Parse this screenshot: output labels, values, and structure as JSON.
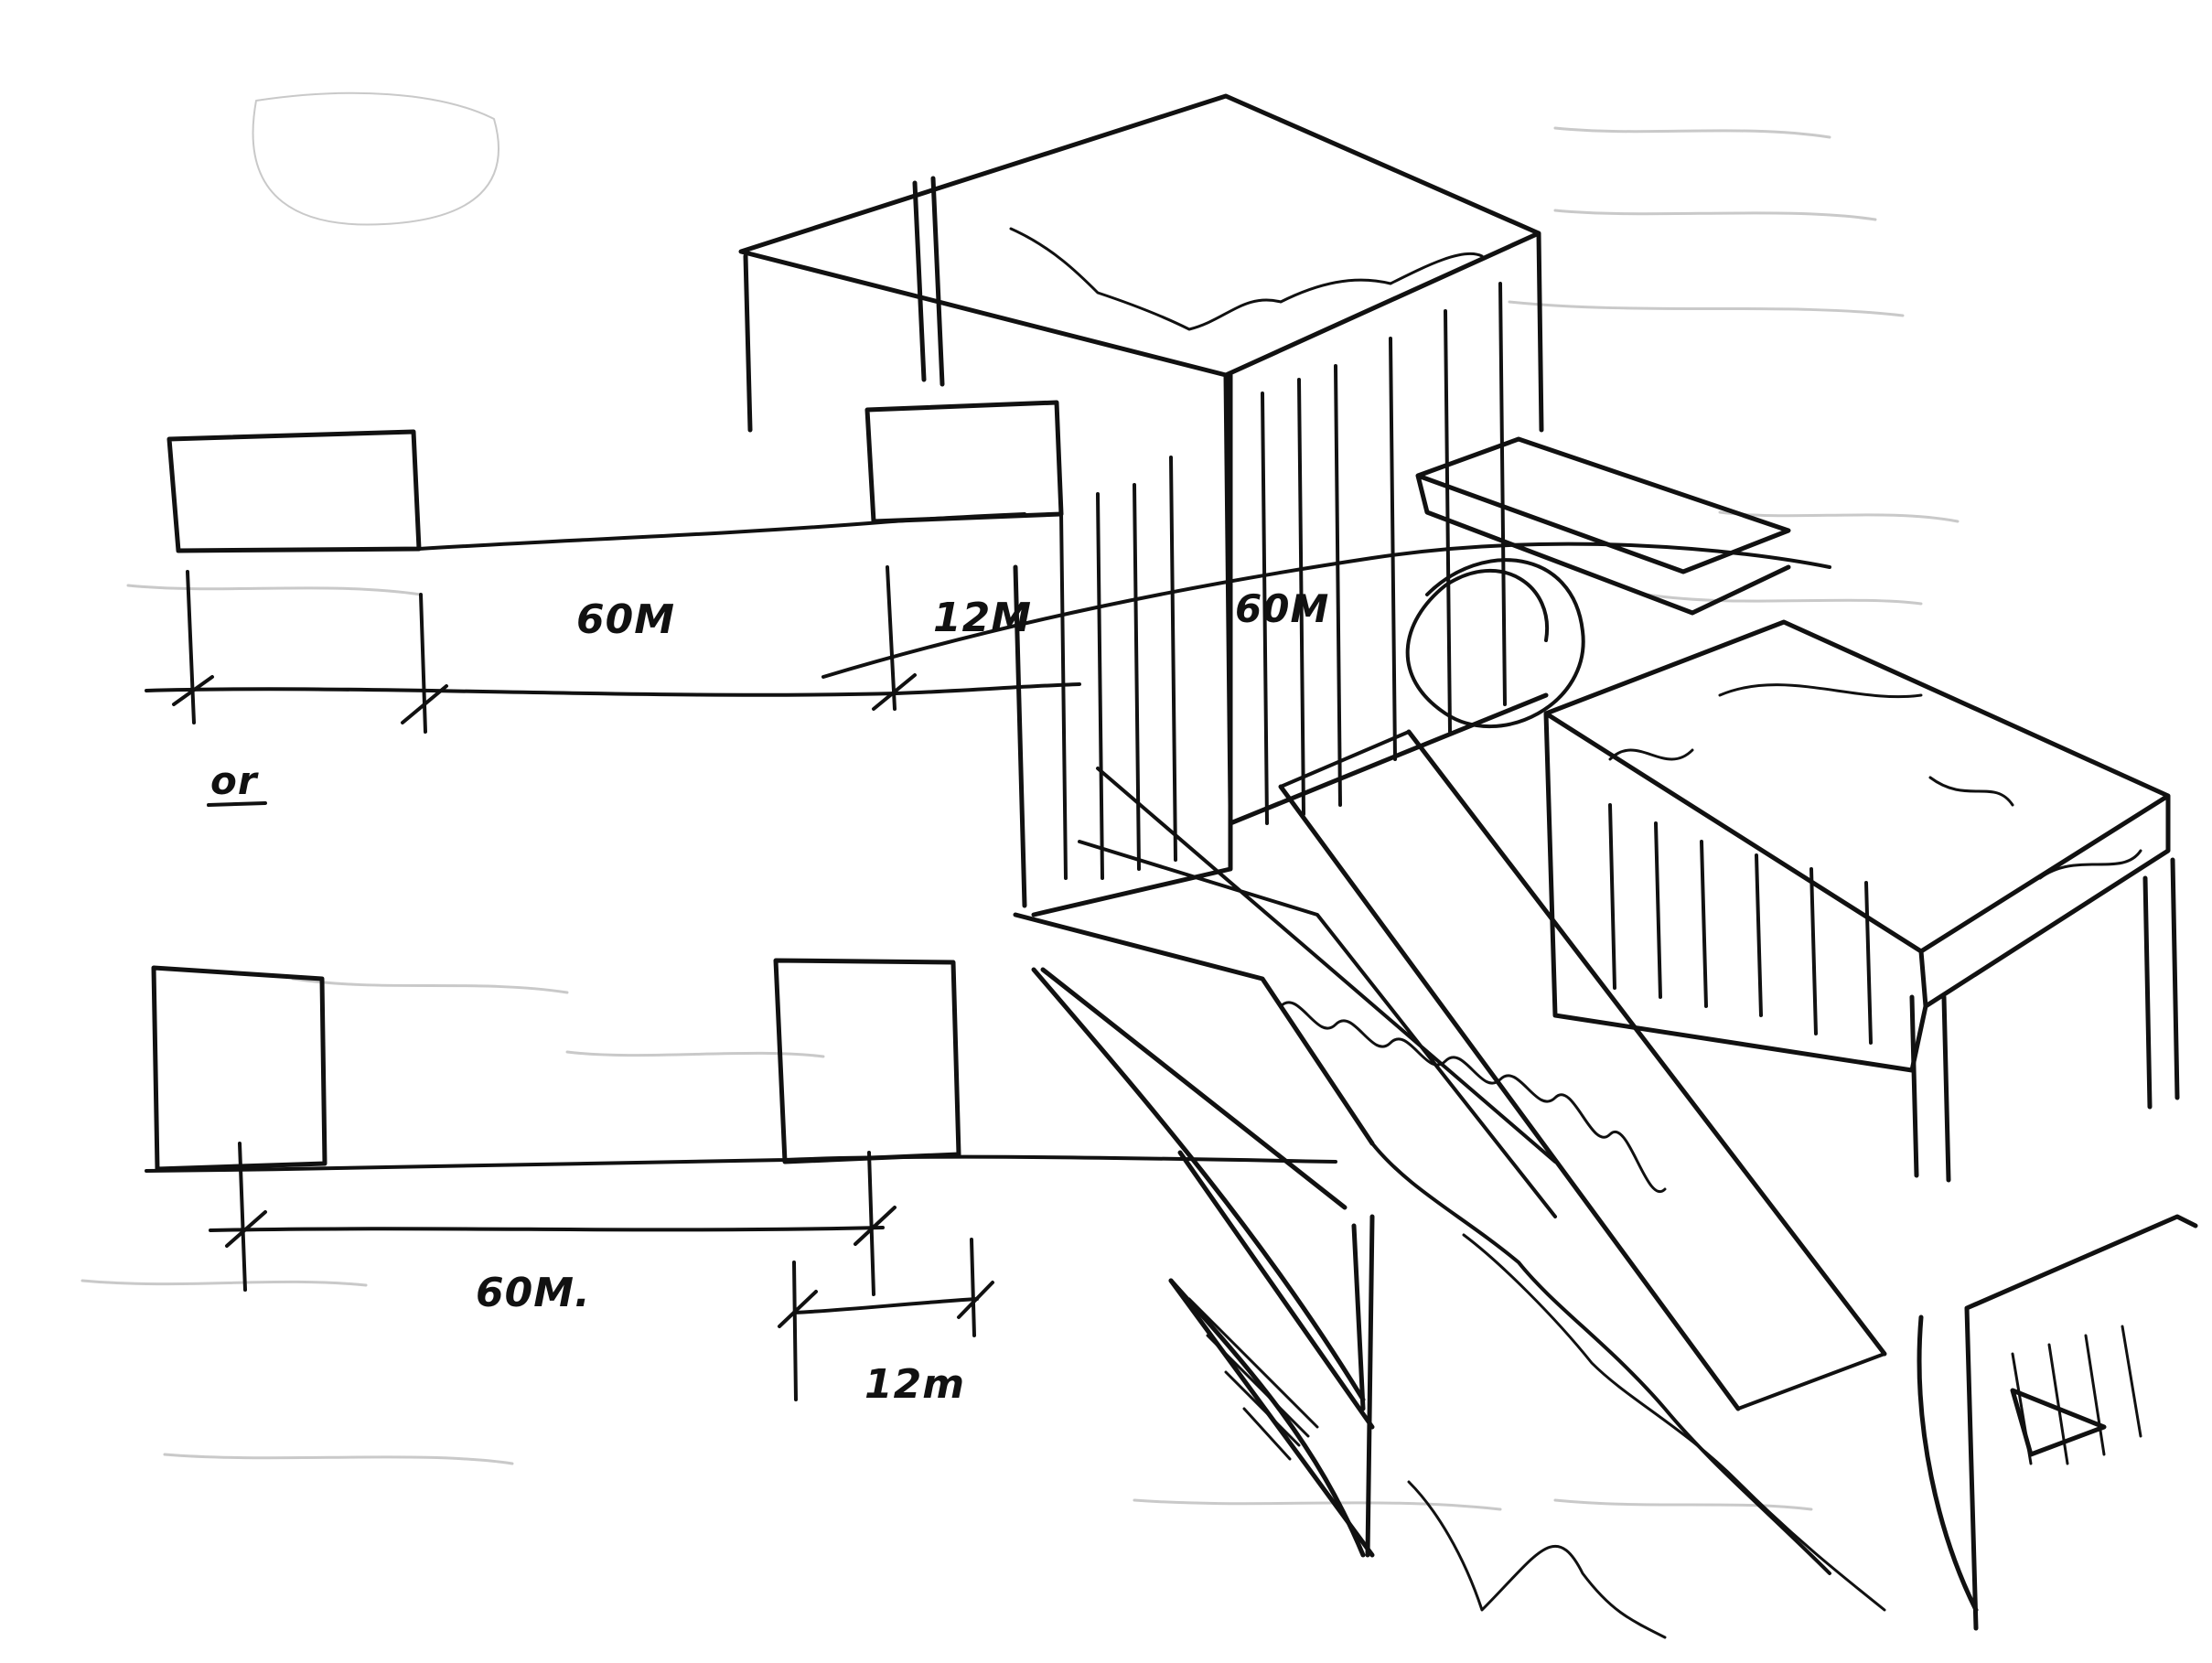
{
  "drawing": {
    "labels": {
      "top_span": "60M",
      "top_gap": "12M",
      "or_label": "or",
      "mid_span": "60M",
      "bottom_span": "60M.",
      "bottom_gap": "12m"
    }
  },
  "colors": {
    "ink": "#111111",
    "bleed_through": "#c9c9c9",
    "paper": "#ffffff"
  }
}
